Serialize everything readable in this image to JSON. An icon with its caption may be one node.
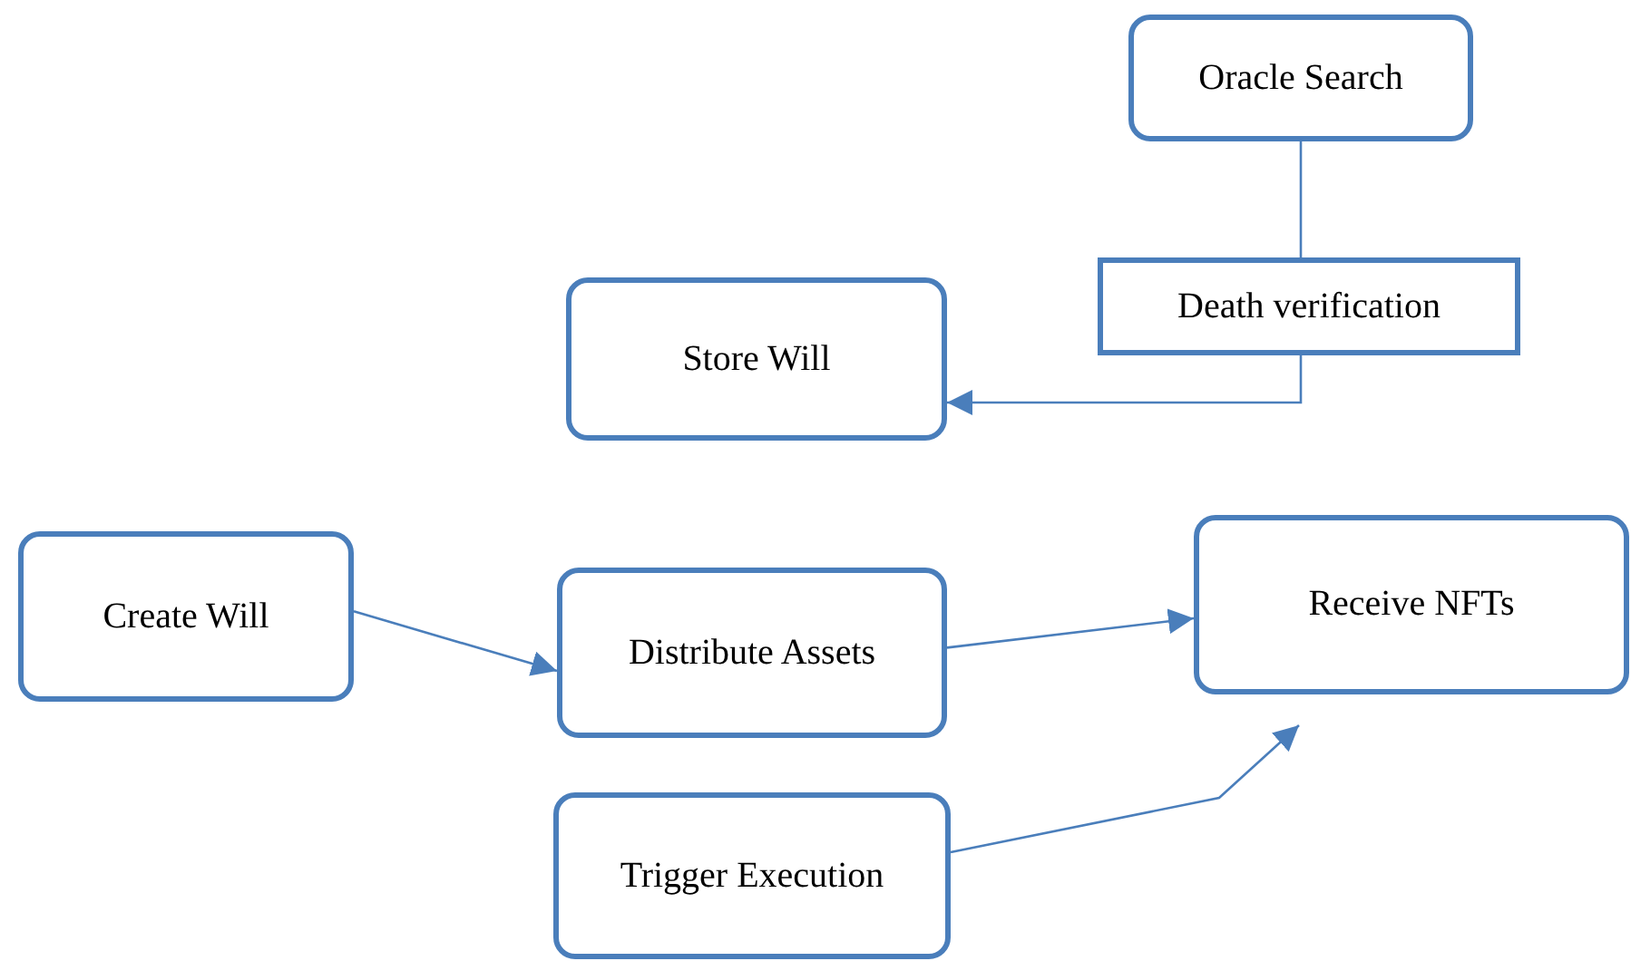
{
  "diagram": {
    "nodes": [
      {
        "text": [
          "Oracle Search"
        ]
      },
      {
        "text": [
          "Death verification"
        ]
      },
      {
        "text": [
          "Store Will"
        ]
      },
      {
        "text": [
          "Create Will"
        ]
      },
      {
        "text": [
          "Distribute Assets"
        ]
      },
      {
        "text": [
          "Receive NFTs"
        ]
      },
      {
        "text": [
          "Trigger Execution"
        ]
      }
    ],
    "edges": [
      {
        "from": 0,
        "to": 1,
        "arrow": "none"
      },
      {
        "from": 1,
        "to": 2,
        "arrow": "to"
      },
      {
        "from": 3,
        "to": 4,
        "arrow": "to"
      },
      {
        "from": 4,
        "to": 5,
        "arrow": "to"
      },
      {
        "from": 6,
        "to": 5,
        "arrow": "to"
      }
    ]
  }
}
